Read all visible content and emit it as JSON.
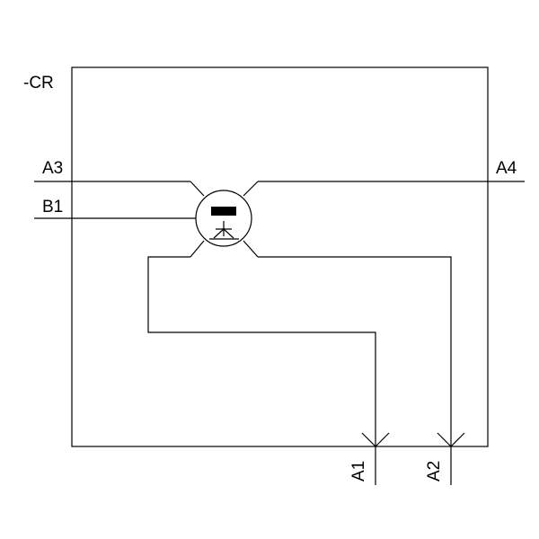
{
  "device_label": "-CR",
  "terminals": {
    "a3": "A3",
    "a4": "A4",
    "b1": "B1",
    "a1": "A1",
    "a2": "A2"
  }
}
